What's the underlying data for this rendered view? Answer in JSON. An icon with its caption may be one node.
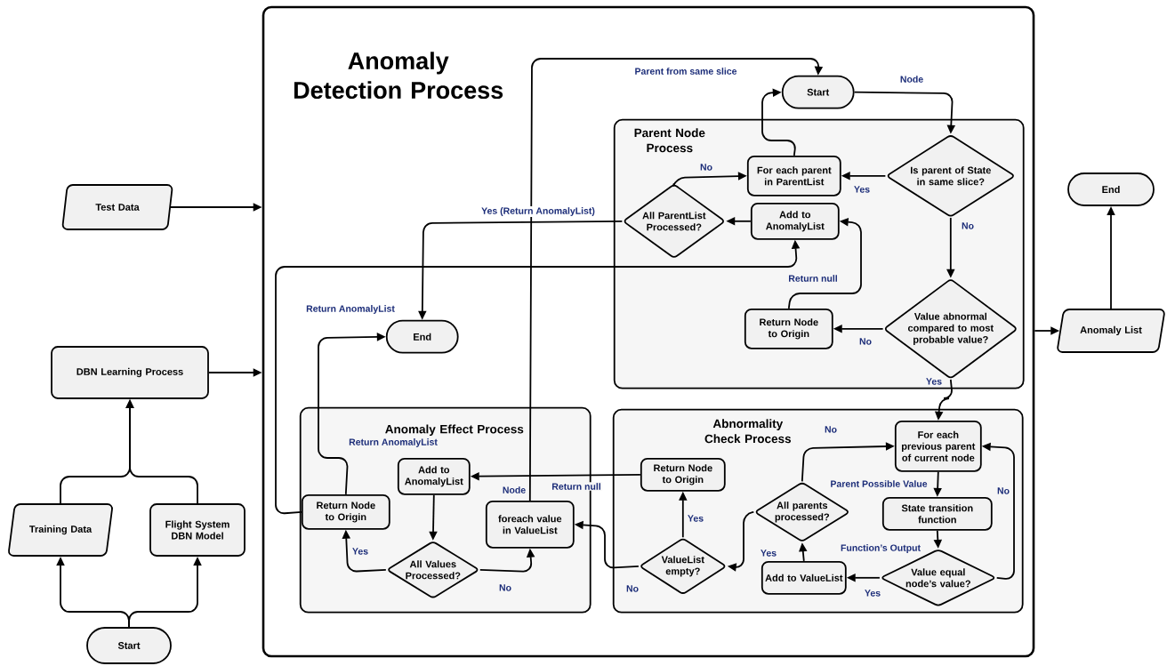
{
  "diagram": {
    "nodes": [
      {
        "text": [
          "Start"
        ]
      },
      {
        "text": [
          "Training Data"
        ]
      },
      {
        "text": [
          "Flight System DBN Model"
        ]
      },
      {
        "text": [
          "DBN Learning Process"
        ]
      },
      {
        "text": [
          "Test Data"
        ]
      },
      {
        "text": [
          "Anomaly Detection Process"
        ]
      },
      {
        "text": [
          "Anomaly List"
        ]
      },
      {
        "text": [
          "End"
        ]
      },
      {
        "text": [
          "Start"
        ],
        "in": 5
      },
      {
        "text": [
          "Parent Node Process"
        ],
        "in": 5
      },
      {
        "text": [
          "Is parent of State in same slice?"
        ],
        "in": 9
      },
      {
        "text": [
          "For each parent in ParentList"
        ],
        "in": 9
      },
      {
        "text": [
          "All ParentList Processed?"
        ],
        "in": 9
      },
      {
        "text": [
          "Add to AnomalyList"
        ],
        "in": 9
      },
      {
        "text": [
          "Value abnormal compared to most probable value?"
        ],
        "in": 9
      },
      {
        "text": [
          "Return Node to Origin"
        ],
        "in": 9
      },
      {
        "text": [
          "End"
        ],
        "in": 5
      },
      {
        "text": [
          "Anomaly Effect Process"
        ],
        "in": 5
      },
      {
        "text": [
          "Return Node to Origin"
        ],
        "in": 17
      },
      {
        "text": [
          "Add to AnomalyList"
        ],
        "in": 17
      },
      {
        "text": [
          "All Values Processed?"
        ],
        "in": 17
      },
      {
        "text": [
          "foreach value in ValueList"
        ],
        "in": 17
      },
      {
        "text": [
          "Abnormality Check Process"
        ],
        "in": 5
      },
      {
        "text": [
          "For each previous parent of current node"
        ],
        "in": 22
      },
      {
        "text": [
          "State transition function"
        ],
        "in": 22
      },
      {
        "text": [
          "Value equal node’s value?"
        ],
        "in": 22
      },
      {
        "text": [
          "Add to ValueList"
        ],
        "in": 22
      },
      {
        "text": [
          "All parents processed?"
        ],
        "in": 22
      },
      {
        "text": [
          "ValueList empty?"
        ],
        "in": 22
      },
      {
        "text": [
          "Return Node to Origin"
        ],
        "in": 22
      }
    ],
    "edges": [
      {
        "from": 0,
        "to": 1,
        "arrow": "to"
      },
      {
        "from": 0,
        "to": 2,
        "arrow": "to"
      },
      {
        "from": 1,
        "to": 3,
        "arrow": "to"
      },
      {
        "from": 2,
        "to": 3,
        "arrow": "to"
      },
      {
        "from": 4,
        "to": 5,
        "arrow": "to"
      },
      {
        "from": 3,
        "to": 5,
        "arrow": "to"
      },
      {
        "from": 5,
        "to": 6,
        "arrow": "to"
      },
      {
        "from": 6,
        "to": 7,
        "arrow": "to"
      },
      {
        "from": 8,
        "to": 10,
        "arrow": "to",
        "label": "Node"
      },
      {
        "from": 10,
        "to": 11,
        "arrow": "to",
        "label": "Yes"
      },
      {
        "from": 10,
        "to": 14,
        "arrow": "to",
        "label": "No"
      },
      {
        "from": 11,
        "to": 8,
        "arrow": "to"
      },
      {
        "from": 12,
        "to": 11,
        "arrow": "to",
        "label": "No"
      },
      {
        "from": 13,
        "to": 12,
        "arrow": "to"
      },
      {
        "from": 12,
        "to": 16,
        "arrow": "to",
        "label": "Yes (Return AnomalyList)"
      },
      {
        "from": 14,
        "to": 15,
        "arrow": "to",
        "label": "No"
      },
      {
        "from": 15,
        "to": 13,
        "arrow": "to",
        "label": "Return null"
      },
      {
        "from": 14,
        "to": 23,
        "arrow": "to",
        "label": "Yes"
      },
      {
        "from": 23,
        "to": 24,
        "arrow": "to",
        "label": "Parent Possible Value"
      },
      {
        "from": 24,
        "to": 25,
        "arrow": "to",
        "label": "Function’s Output"
      },
      {
        "from": 25,
        "to": 23,
        "arrow": "to",
        "label": "No"
      },
      {
        "from": 25,
        "to": 26,
        "arrow": "to",
        "label": "Yes"
      },
      {
        "from": 26,
        "to": 27,
        "arrow": "to"
      },
      {
        "from": 27,
        "to": 23,
        "arrow": "to",
        "label": "No"
      },
      {
        "from": 27,
        "to": 28,
        "arrow": "to",
        "label": "Yes"
      },
      {
        "from": 28,
        "to": 29,
        "arrow": "to",
        "label": "Yes"
      },
      {
        "from": 28,
        "to": 21,
        "arrow": "to",
        "label": "No"
      },
      {
        "from": 29,
        "to": 19,
        "arrow": "to",
        "label": "Return null"
      },
      {
        "from": 20,
        "to": 18,
        "arrow": "to",
        "label": "Yes"
      },
      {
        "from": 20,
        "to": 21,
        "arrow": "to",
        "label": "No"
      },
      {
        "from": 19,
        "to": 20,
        "arrow": "to"
      },
      {
        "from": 18,
        "to": 16,
        "arrow": "to",
        "label": "Return AnomalyList"
      },
      {
        "from": 18,
        "to": 13,
        "arrow": "to",
        "label": "Return AnomalyList"
      },
      {
        "from": 21,
        "to": 8,
        "arrow": "to",
        "label": "Parent from same slice"
      }
    ],
    "labels": [
      "Node"
    ]
  }
}
